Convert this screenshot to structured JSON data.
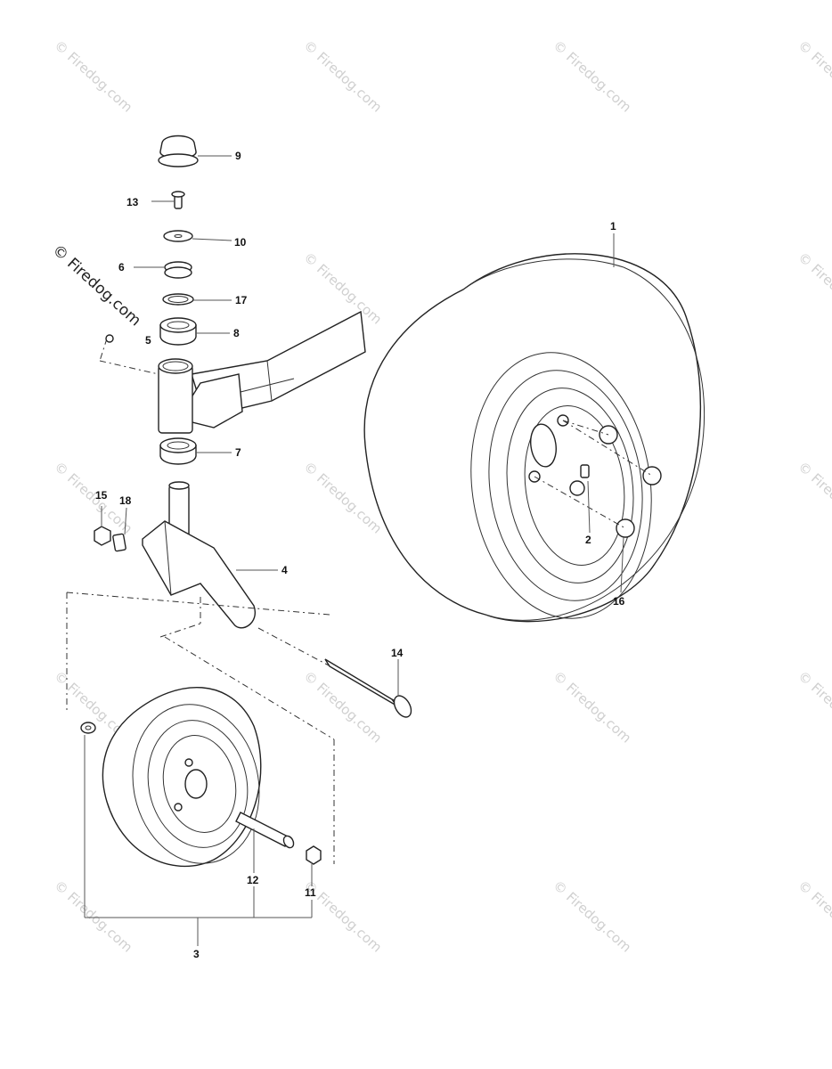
{
  "callouts": {
    "c1": "1",
    "c2": "2",
    "c3": "3",
    "c4": "4",
    "c5": "5",
    "c6": "6",
    "c7": "7",
    "c8": "8",
    "c9": "9",
    "c10": "10",
    "c11": "11",
    "c12": "12",
    "c13": "13",
    "c14": "14",
    "c15": "15",
    "c16": "16",
    "c17": "17",
    "c18": "18"
  },
  "watermark": {
    "text": "© Firedog.com",
    "dark_text": "© Firedog.com"
  },
  "colors": {
    "line": "#222222",
    "watermark": "#d0d0d0",
    "background": "#ffffff"
  }
}
